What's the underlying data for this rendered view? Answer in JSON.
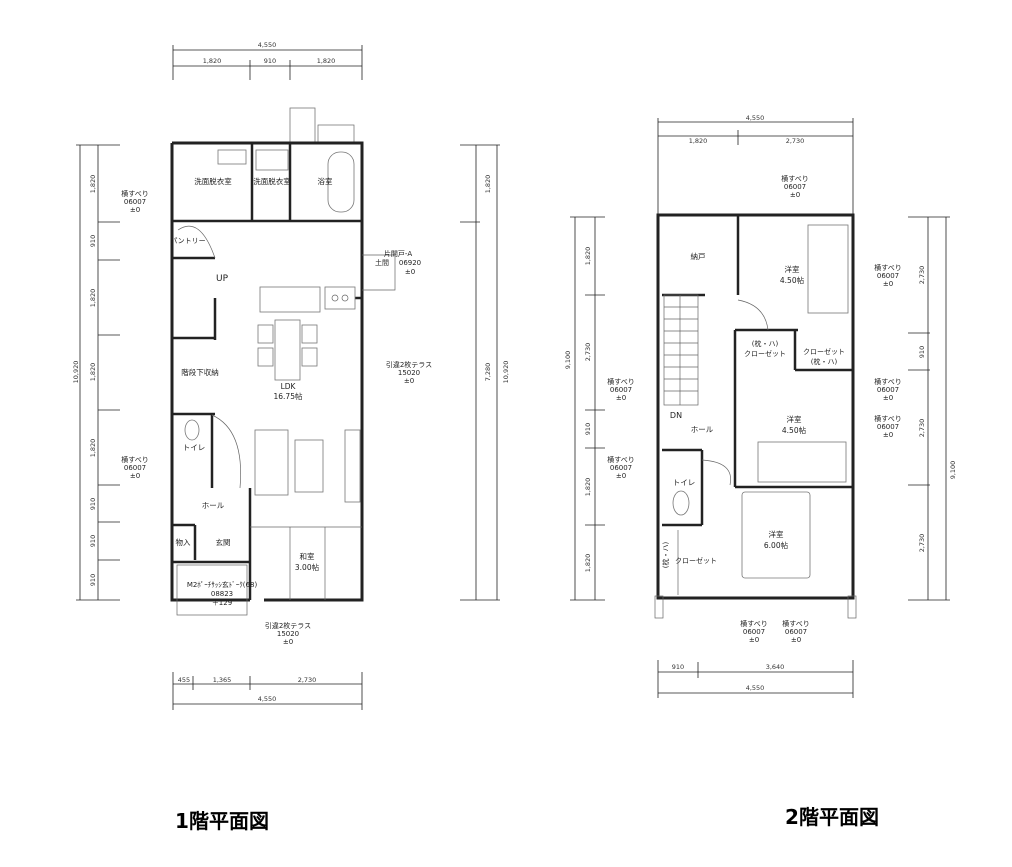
{
  "floor1": {
    "title": "1階平面図",
    "top_dims": {
      "total": "4,550",
      "parts": [
        "1,820",
        "910",
        "1,820"
      ]
    },
    "bottom_dims": {
      "total": "4,550",
      "parts": [
        "455",
        "1,365",
        "2,730"
      ]
    },
    "left_dims": {
      "total": "10,920",
      "parts": [
        "1,820",
        "910",
        "1,820",
        "1,820",
        "1,820",
        "910",
        "910",
        "910"
      ]
    },
    "right_dims": {
      "total": "10,920",
      "parts": [
        "1,820",
        "7,280"
      ]
    },
    "rooms": {
      "wash1": "洗面脱衣室",
      "wash2": "洗面脱衣室",
      "bath": "浴室",
      "pantry": "パントリー",
      "up": "UP",
      "under_stair": "階段下収納",
      "ldk": "LDK",
      "ldk_size": "16.75帖",
      "toilet": "トイレ",
      "hall": "ホール",
      "storage": "物入",
      "entrance": "玄関",
      "washitsu": "和室",
      "washitsu_size": "3.00帖"
    },
    "windows": {
      "w_left1": [
        "横すべり",
        "06007",
        "±0"
      ],
      "w_left2": [
        "横すべり",
        "06007",
        "±0"
      ],
      "door_side": [
        "片開戸-A",
        "土間",
        "06920",
        "±0"
      ],
      "w_right": [
        "引違2枚テラス",
        "15020",
        "±0"
      ],
      "w_bottom": [
        "引違2枚テラス",
        "15020",
        "±0"
      ],
      "porch": [
        "M2ﾎﾟｰﾁｻｯｼ玄ﾄﾞｰｸ(68)",
        "08823",
        "＋129"
      ]
    }
  },
  "floor2": {
    "title": "2階平面図",
    "top_dims": {
      "total": "4,550",
      "parts": [
        "1,820",
        "2,730"
      ]
    },
    "bottom_dims": {
      "total": "4,550",
      "parts": [
        "910",
        "3,640"
      ]
    },
    "left_dims": {
      "total": "9,100",
      "parts": [
        "1,820",
        "2,730",
        "910",
        "1,820",
        "1,820"
      ]
    },
    "right_dims": {
      "total": "9,100",
      "parts": [
        "2,730",
        "910",
        "2,730",
        "2,730"
      ]
    },
    "rooms": {
      "nando": "納戸",
      "youshitsu1": "洋室",
      "youshitsu1_size": "4.50帖",
      "closet1a": "(枕・ハ)",
      "closet1b": "クローゼット",
      "closet2a": "クローゼット",
      "closet2b": "(枕・ハ)",
      "dn": "DN",
      "hall": "ホール",
      "youshitsu2": "洋室",
      "youshitsu2_size": "4.50帖",
      "toilet": "トイレ",
      "youshitsu3": "洋室",
      "youshitsu3_size": "6.00帖",
      "closet3a": "クローゼット",
      "closet3b": "(枕・ハ)"
    },
    "windows": {
      "balcony": [
        "横すべり",
        "06007",
        "±0"
      ],
      "r1": [
        "横すべり",
        "06007",
        "±0"
      ],
      "r2": [
        "横すべり",
        "06007",
        "±0"
      ],
      "r3": [
        "横すべり",
        "06007",
        "±0"
      ],
      "l1": [
        "横すべり",
        "06007",
        "±0"
      ],
      "l2": [
        "横すべり",
        "06007",
        "±0"
      ],
      "b1": [
        "横すべり",
        "06007",
        "±0"
      ],
      "b2": [
        "横すべり",
        "06007",
        "±0"
      ]
    }
  }
}
